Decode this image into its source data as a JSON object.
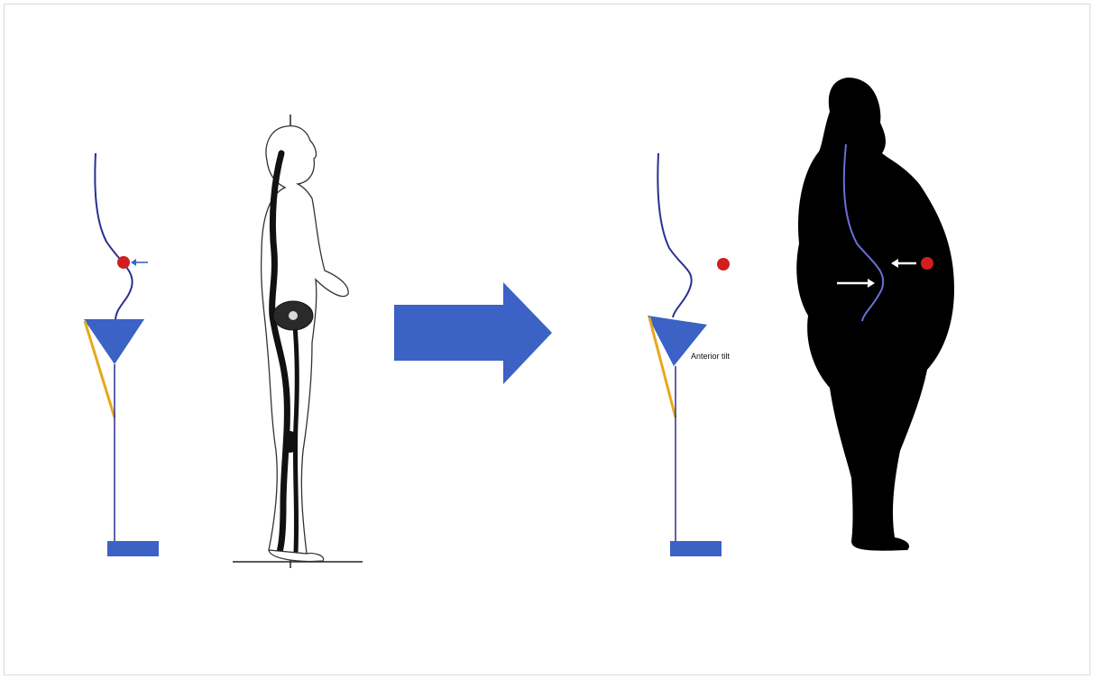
{
  "annotations": {
    "tilt_label": "Anterior tilt"
  },
  "colors": {
    "spine_line": "#2b2f8f",
    "pelvis_blue": "#3b62c4",
    "foot_block": "#3b62c4",
    "gravity_dot": "#d11f1f",
    "tilt_line": "#e8a81a",
    "silhouette": "#000000",
    "arrow_white": "#ffffff"
  },
  "icons": {
    "transition_arrow": "right-arrow-icon",
    "normal_figure": "standing-human-outline",
    "obese_figure": "obese-human-silhouette"
  }
}
